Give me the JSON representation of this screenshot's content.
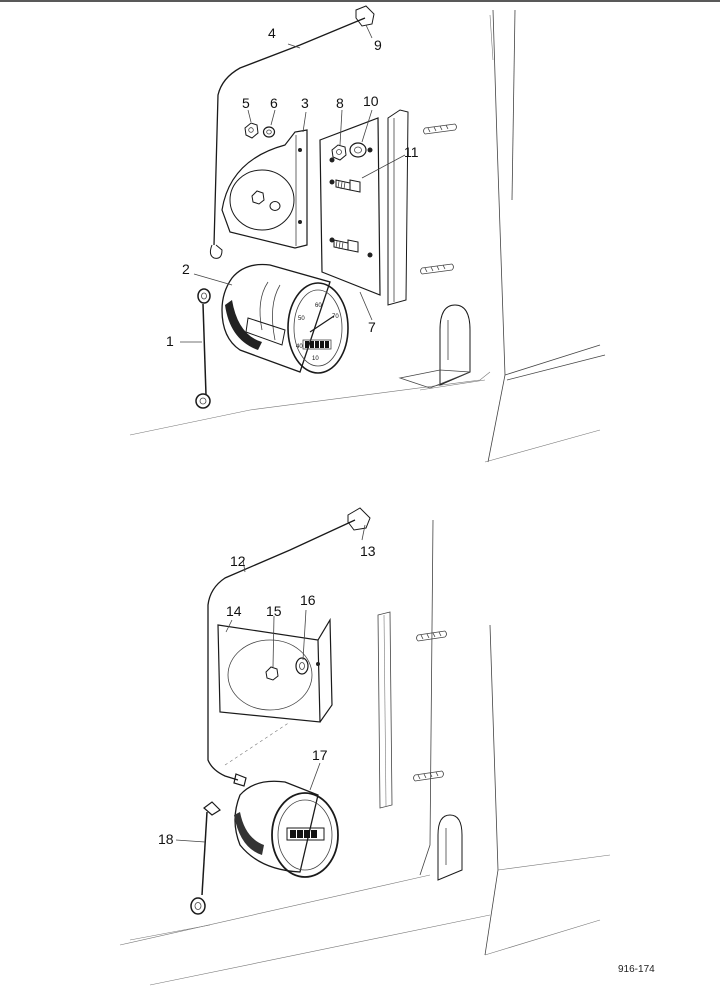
{
  "figure": {
    "reference": "916-174"
  },
  "upper_assembly": {
    "callouts": [
      "1",
      "2",
      "3",
      "4",
      "5",
      "6",
      "7",
      "8",
      "9",
      "10",
      "11"
    ],
    "dial_labels": [
      "60",
      "50",
      "70",
      "40",
      "10"
    ],
    "odometer_digits": "00000"
  },
  "lower_assembly": {
    "callouts": [
      "12",
      "13",
      "14",
      "15",
      "16",
      "17",
      "18"
    ]
  }
}
